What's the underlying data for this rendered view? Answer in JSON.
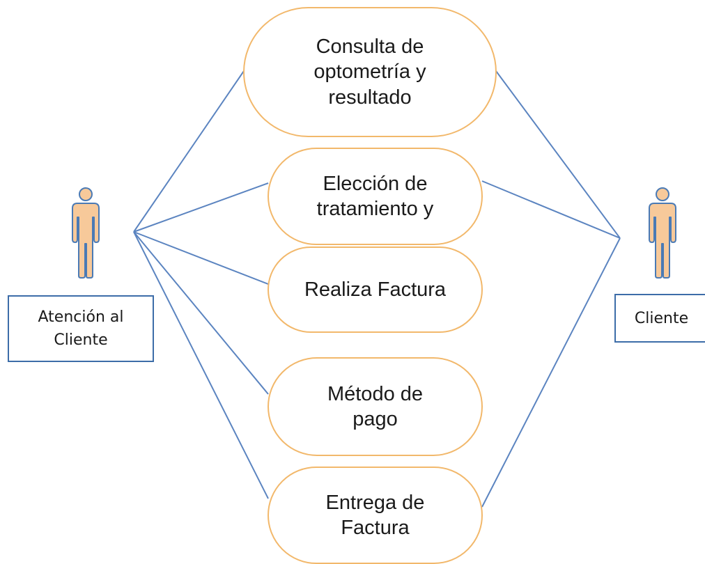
{
  "actors": {
    "left": {
      "label": "Atención al\nCliente",
      "icon": "person-icon"
    },
    "right": {
      "label": "Cliente",
      "icon": "person-icon"
    }
  },
  "use_cases": [
    {
      "id": "consulta",
      "label": "Consulta de\noptometría y\nresultado"
    },
    {
      "id": "eleccion",
      "label": "Elección de\ntratamiento y"
    },
    {
      "id": "factura",
      "label": "Realiza Factura"
    },
    {
      "id": "pago",
      "label": "Método de\npago"
    },
    {
      "id": "entrega",
      "label": "Entrega de\nFactura"
    }
  ],
  "associations": [
    {
      "from": "left",
      "to": "consulta"
    },
    {
      "from": "left",
      "to": "eleccion"
    },
    {
      "from": "left",
      "to": "factura"
    },
    {
      "from": "left",
      "to": "pago"
    },
    {
      "from": "left",
      "to": "entrega"
    },
    {
      "from": "right",
      "to": "consulta"
    },
    {
      "from": "right",
      "to": "eleccion"
    },
    {
      "from": "right",
      "to": "entrega"
    }
  ],
  "colors": {
    "use_case_border": "#f2b86b",
    "connector": "#5b84c0",
    "actor_box_border": "#3c6ca8",
    "person_fill": "#f7c99a",
    "person_outline": "#4a7ab5"
  }
}
